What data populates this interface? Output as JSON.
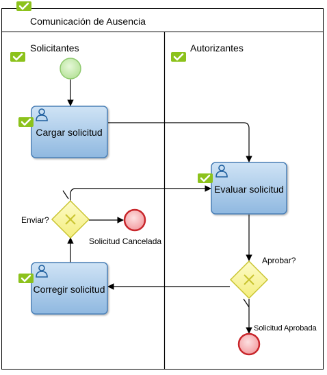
{
  "pool": {
    "title": "Comunicación de Ausencia"
  },
  "lanes": [
    {
      "label": "Solicitantes"
    },
    {
      "label": "Autorizantes"
    }
  ],
  "tasks": {
    "cargar": "Cargar solicitud",
    "evaluar": "Evaluar solicitud",
    "corregir": "Corregir solicitud"
  },
  "gateways": {
    "enviar": "Enviar?",
    "aprobar": "Aprobar?"
  },
  "end_events": {
    "cancelada": "Solicitud Cancelada",
    "aprobada": "Solicitud Aprobada"
  },
  "colors": {
    "check_badge": "#8cc21c",
    "task_fill": "#a9cbe8",
    "task_border": "#4a7fb6",
    "start_fill": "#c4eaa9",
    "start_stroke": "#8ec96d",
    "end_fill": "#f8b3b5",
    "end_stroke": "#c8262b",
    "gateway_fill": "#fbf7a6",
    "gateway_stroke": "#c9c430"
  },
  "icons": [
    "check-icon",
    "user-icon",
    "gateway-x-icon"
  ]
}
